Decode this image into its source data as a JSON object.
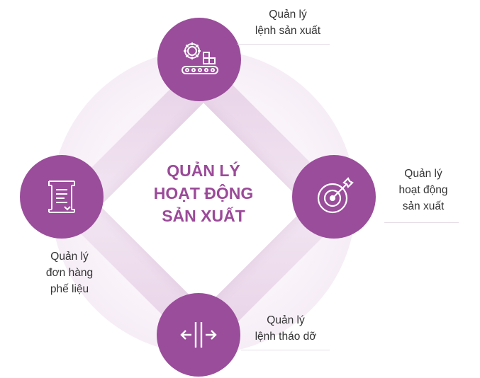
{
  "center": {
    "line1": "QUẢN LÝ",
    "line2": "HOẠT ĐỘNG",
    "line3": "SẢN XUẤT"
  },
  "nodes": {
    "top": {
      "line1": "Quản lý",
      "line2": "lệnh sản xuất",
      "icon": "gear-conveyor-icon"
    },
    "right": {
      "line1": "Quản lý",
      "line2": "hoạt động",
      "line3": "sản xuất",
      "icon": "target-icon"
    },
    "left": {
      "line1": "Quản lý",
      "line2": "đơn hàng",
      "line3": "phế liệu",
      "icon": "scroll-document-icon"
    },
    "bottom": {
      "line1": "Quản lý",
      "line2": "lệnh tháo dỡ",
      "icon": "split-arrows-icon"
    }
  },
  "colors": {
    "accent": "#9a4d9b",
    "title": "#9b4a99",
    "text": "#333333"
  }
}
